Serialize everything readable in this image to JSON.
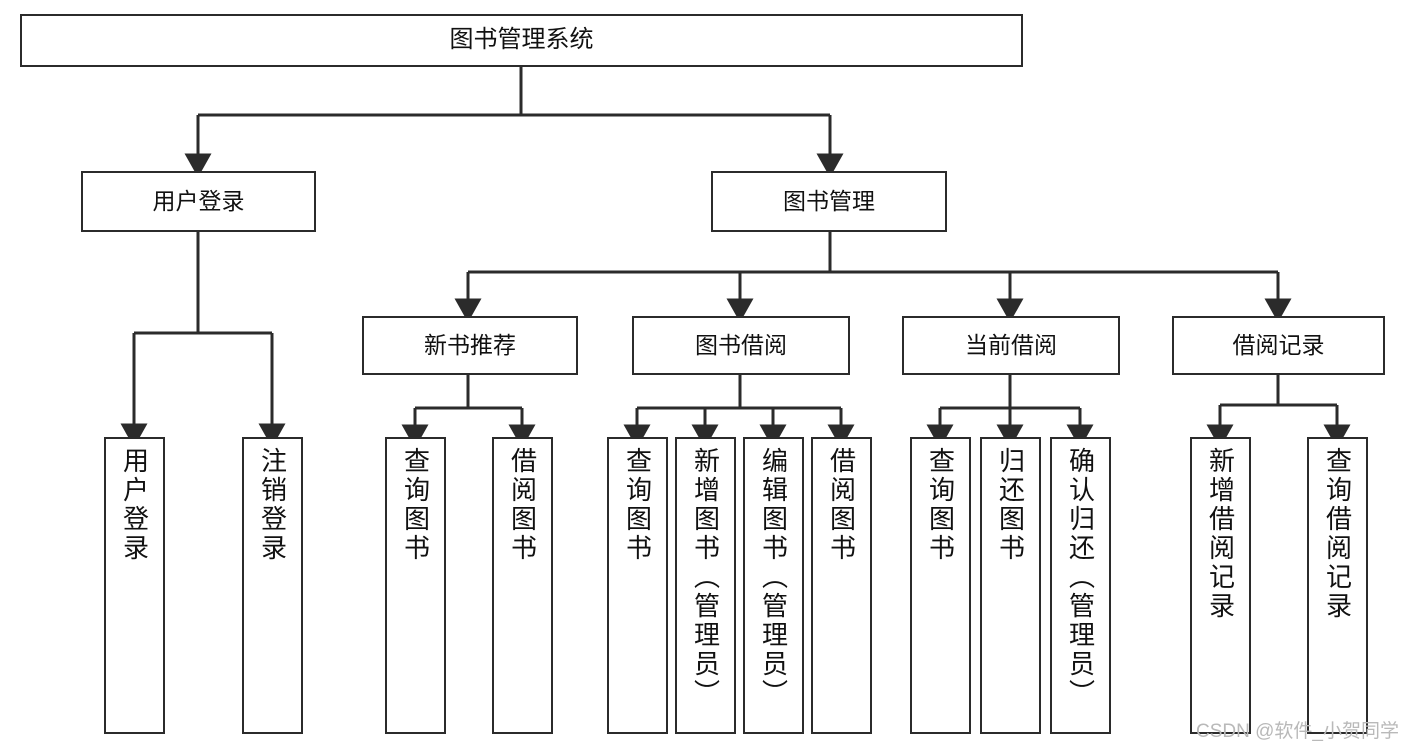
{
  "diagram": {
    "type": "tree",
    "title": "图书管理系统",
    "watermark": "CSDN @软件_小贺同学",
    "colors": {
      "box_border": "#2b2b2b",
      "box_fill": "#ffffff",
      "edge": "#2b2b2b",
      "text": "#111111",
      "watermark": "#b9b9b9"
    },
    "nodes": [
      {
        "id": "root",
        "label": "图书管理系统",
        "level": 0,
        "orient": "horizontal"
      },
      {
        "id": "login",
        "label": "用户登录",
        "level": 1,
        "orient": "horizontal"
      },
      {
        "id": "bookmgmt",
        "label": "图书管理",
        "level": 1,
        "orient": "horizontal"
      },
      {
        "id": "newbook",
        "label": "新书推荐",
        "level": 2,
        "orient": "horizontal"
      },
      {
        "id": "borrow",
        "label": "图书借阅",
        "level": 2,
        "orient": "horizontal"
      },
      {
        "id": "current",
        "label": "当前借阅",
        "level": 2,
        "orient": "horizontal"
      },
      {
        "id": "records",
        "label": "借阅记录",
        "level": 2,
        "orient": "horizontal"
      },
      {
        "id": "userlogin",
        "label": "用户登录",
        "level": 3,
        "orient": "vertical"
      },
      {
        "id": "logout",
        "label": "注销登录",
        "level": 3,
        "orient": "vertical"
      },
      {
        "id": "q1",
        "label": "查询图书",
        "level": 3,
        "orient": "vertical"
      },
      {
        "id": "b1",
        "label": "借阅图书",
        "level": 3,
        "orient": "vertical"
      },
      {
        "id": "q2",
        "label": "查询图书",
        "level": 3,
        "orient": "vertical"
      },
      {
        "id": "addbook",
        "label": "新增图书（管理员）",
        "level": 3,
        "orient": "vertical"
      },
      {
        "id": "editbook",
        "label": "编辑图书（管理员）",
        "level": 3,
        "orient": "vertical"
      },
      {
        "id": "b2",
        "label": "借阅图书",
        "level": 3,
        "orient": "vertical"
      },
      {
        "id": "q3",
        "label": "查询图书",
        "level": 3,
        "orient": "vertical"
      },
      {
        "id": "return",
        "label": "归还图书",
        "level": 3,
        "orient": "vertical"
      },
      {
        "id": "confirm",
        "label": "确认归还（管理员）",
        "level": 3,
        "orient": "vertical"
      },
      {
        "id": "addrec",
        "label": "新增借阅记录",
        "level": 3,
        "orient": "vertical"
      },
      {
        "id": "queryrec",
        "label": "查询借阅记录",
        "level": 3,
        "orient": "vertical"
      }
    ],
    "edges": [
      {
        "from": "root",
        "to": "login"
      },
      {
        "from": "root",
        "to": "bookmgmt"
      },
      {
        "from": "login",
        "to": "userlogin"
      },
      {
        "from": "login",
        "to": "logout"
      },
      {
        "from": "bookmgmt",
        "to": "newbook"
      },
      {
        "from": "bookmgmt",
        "to": "borrow"
      },
      {
        "from": "bookmgmt",
        "to": "current"
      },
      {
        "from": "bookmgmt",
        "to": "records"
      },
      {
        "from": "newbook",
        "to": "q1"
      },
      {
        "from": "newbook",
        "to": "b1"
      },
      {
        "from": "borrow",
        "to": "q2"
      },
      {
        "from": "borrow",
        "to": "addbook"
      },
      {
        "from": "borrow",
        "to": "editbook"
      },
      {
        "from": "borrow",
        "to": "b2"
      },
      {
        "from": "current",
        "to": "q3"
      },
      {
        "from": "current",
        "to": "return"
      },
      {
        "from": "current",
        "to": "confirm"
      },
      {
        "from": "records",
        "to": "addrec"
      },
      {
        "from": "records",
        "to": "queryrec"
      }
    ]
  }
}
